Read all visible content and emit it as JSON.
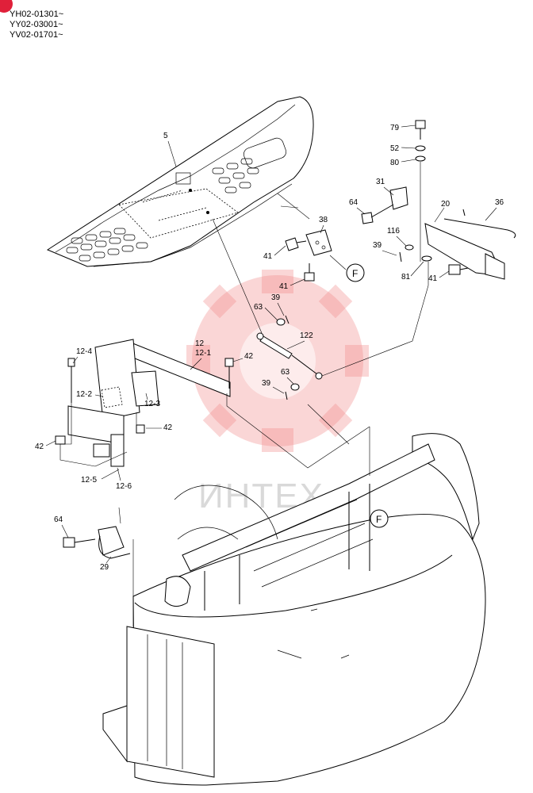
{
  "serial_numbers": [
    "YH02-01301~",
    "YY02-03001~",
    "YV02-01701~"
  ],
  "callouts": {
    "c5": "5",
    "c79": "79",
    "c52": "52",
    "c80": "80",
    "c31": "31",
    "c20": "20",
    "c36": "36",
    "c64a": "64",
    "c116": "116",
    "c39a": "39",
    "c38": "38",
    "c41a": "41",
    "c41b": "41",
    "c41c": "41",
    "c81": "81",
    "c63a": "63",
    "c39b": "39",
    "c122": "122",
    "c12": "12",
    "c12_1": "12-1",
    "c12_4": "12-4",
    "c42a": "42",
    "c63b": "63",
    "c39c": "39",
    "c12_2": "12-2",
    "c12_3": "12-3",
    "c42b": "42",
    "c42c": "42",
    "c12_5": "12-5",
    "c12_6": "12-6",
    "c64b": "64",
    "c29": "29"
  },
  "reference_marks": {
    "f_top": "F",
    "f_bottom": "F"
  },
  "watermark": {
    "text": "ИНТЕХ",
    "color": "#f28a8a"
  },
  "accent_color": "#e0203a"
}
